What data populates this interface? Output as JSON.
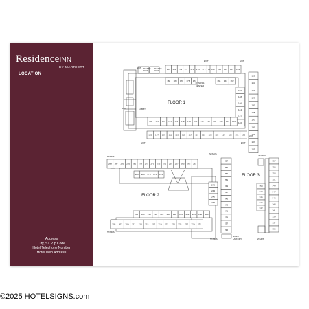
{
  "brand": {
    "name": "Residence",
    "name_suffix": "INN",
    "sub": "BY MARRIOTT",
    "color": "#5b2333"
  },
  "location_label": "LOCATION",
  "address_lines": [
    "Address",
    "City, ST. Zip Code",
    "Hotel Telephone Number",
    "Hotel Web Address"
  ],
  "floors": {
    "floor1": "FLOOR 1",
    "floor2": "FLOOR 2",
    "floor3": "FLOOR 3"
  },
  "labels": {
    "exit": "EXIT",
    "stairs": "STAIRS",
    "fitness": [
      "FITNESS",
      "CENTER"
    ],
    "guest_laundry": [
      "GUEST",
      "LAUNDRY"
    ],
    "lobby": "LOBBY",
    "meeting_room": [
      "MEETING",
      "ROOM"
    ]
  },
  "rooms": {
    "f1_top_a": [
      "183",
      "181",
      "179",
      "177",
      "175",
      "173",
      "171",
      "169"
    ],
    "f1_top_b": [
      "167",
      "165",
      "163",
      "161",
      "159"
    ],
    "f1_inner_top_a": [
      "182",
      "180",
      "178",
      "176",
      "174"
    ],
    "f1_inner_top_b": [
      "166",
      "164",
      "162"
    ],
    "f1_inner_right": [
      "150",
      "148",
      "146",
      "144",
      "142",
      "140"
    ],
    "f1_right_col": [
      "155",
      "153",
      "151",
      "149",
      "147",
      "145",
      "143",
      "141",
      "139",
      "137",
      "135"
    ],
    "f1_inner_bottom": [
      "108",
      "110",
      "112",
      "114",
      "116",
      "118",
      "120",
      "122",
      "124",
      "126",
      "128",
      "130",
      "132",
      "134"
    ],
    "f1_bottom": [
      "105",
      "107",
      "109",
      "111",
      "113",
      "115",
      "117",
      "119",
      "121",
      "123",
      "125",
      "127",
      "129",
      "131",
      "133"
    ],
    "f2_top": [
      "289",
      "287",
      "285",
      "283",
      "281",
      "279",
      "277",
      "275",
      "273",
      "271",
      "269",
      "267",
      "265",
      "263",
      "261"
    ],
    "f2_inner_top": [
      "282",
      "280",
      "278",
      "276",
      "274"
    ],
    "f2_right_col": [
      "257",
      "255",
      "253",
      "251",
      "249",
      "247",
      "245",
      "243",
      "241",
      "239",
      "237",
      "235"
    ],
    "f2_inner_right": [
      "246",
      "244",
      "242",
      "240"
    ],
    "f2_inner_bottom": [
      "206",
      "208",
      "210",
      "212",
      "214",
      "216",
      "218",
      "220",
      "222",
      "224",
      "226",
      "228"
    ],
    "f2_bottom": [
      "205",
      "207",
      "209",
      "211",
      "213",
      "215",
      "217",
      "219",
      "221",
      "223",
      "225",
      "227",
      "229",
      "231"
    ],
    "f3_right": [
      "357",
      "355",
      "353",
      "351",
      "349",
      "347",
      "345",
      "343",
      "341",
      "339",
      "337",
      "335"
    ],
    "f3_left": [
      "350",
      "348",
      "346",
      "344",
      "342"
    ]
  },
  "footer": "©2025 HOTELSIGNS.com"
}
